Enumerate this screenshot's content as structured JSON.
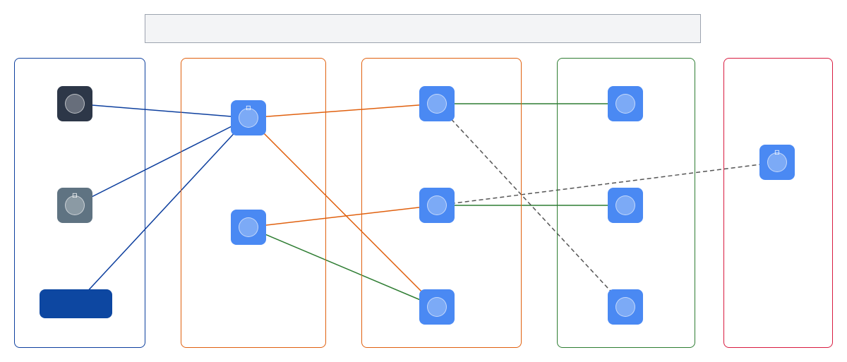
{
  "diagram": {
    "title": "",
    "groups": [
      {
        "id": "g1",
        "color": "#0d3f9e"
      },
      {
        "id": "g2",
        "color": "#e0600e"
      },
      {
        "id": "g3",
        "color": "#e0600e"
      },
      {
        "id": "g4",
        "color": "#2e7d32"
      },
      {
        "id": "g5",
        "color": "#d81b40"
      }
    ],
    "nodes": [
      {
        "id": "n1",
        "label": "",
        "color": "#2d3748",
        "icon": "circle-icon"
      },
      {
        "id": "n2",
        "label": "",
        "color": "#5f7382",
        "icon": "circle-icon"
      },
      {
        "id": "n3",
        "label": "",
        "color": "#0d47a1",
        "icon": "blank-block"
      },
      {
        "id": "n4",
        "label": "",
        "color": "#4a89f3",
        "icon": "circle-icon"
      },
      {
        "id": "n5",
        "label": "",
        "color": "#4a89f3",
        "icon": "circle-icon"
      },
      {
        "id": "n6",
        "label": "",
        "color": "#4a89f3",
        "icon": "circle-icon"
      },
      {
        "id": "n7",
        "label": "",
        "color": "#4a89f3",
        "icon": "circle-icon"
      },
      {
        "id": "n8",
        "label": "",
        "color": "#4a89f3",
        "icon": "circle-icon"
      },
      {
        "id": "n9",
        "label": "",
        "color": "#4a89f3",
        "icon": "circle-icon"
      },
      {
        "id": "n10",
        "label": "",
        "color": "#4a89f3",
        "icon": "circle-icon"
      },
      {
        "id": "n11",
        "label": "",
        "color": "#4a89f3",
        "icon": "circle-icon"
      },
      {
        "id": "n12",
        "label": "",
        "color": "#4a89f3",
        "icon": "circle-icon"
      }
    ],
    "edges": [
      {
        "from": "n1",
        "to": "n4",
        "color": "#0d3f9e",
        "style": "solid"
      },
      {
        "from": "n2",
        "to": "n4",
        "color": "#0d3f9e",
        "style": "solid"
      },
      {
        "from": "n3",
        "to": "n4",
        "color": "#0d3f9e",
        "style": "solid"
      },
      {
        "from": "n4",
        "to": "n6",
        "color": "#e0600e",
        "style": "solid"
      },
      {
        "from": "n4",
        "to": "n8",
        "color": "#e0600e",
        "style": "solid"
      },
      {
        "from": "n7",
        "to": "n5",
        "color": "#e0600e",
        "style": "solid"
      },
      {
        "from": "n8",
        "to": "n5",
        "color": "#2e7d32",
        "style": "solid"
      },
      {
        "from": "n6",
        "to": "n9",
        "color": "#2e7d32",
        "style": "solid"
      },
      {
        "from": "n7",
        "to": "n10",
        "color": "#2e7d32",
        "style": "solid"
      },
      {
        "from": "n6",
        "to": "n11",
        "color": "#555555",
        "style": "dashed"
      },
      {
        "from": "n7",
        "to": "n12",
        "color": "#555555",
        "style": "dashed"
      }
    ],
    "edge_labels": [
      {
        "text": "",
        "color": "#e0600e"
      },
      {
        "text": "",
        "color": "#2e7d32"
      },
      {
        "text": "",
        "color": "#d81b40"
      }
    ]
  }
}
